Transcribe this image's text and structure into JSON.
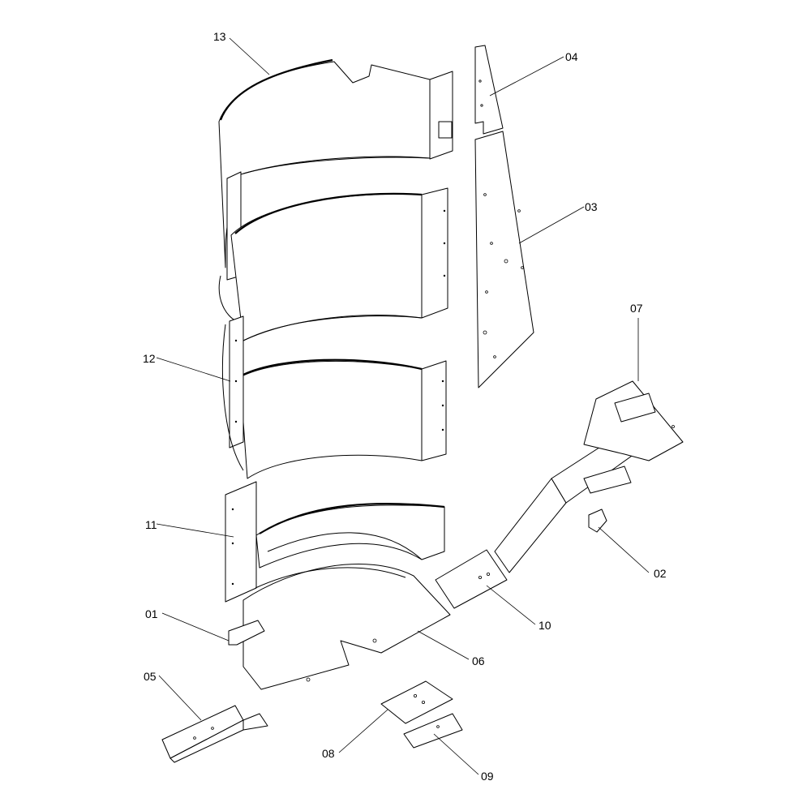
{
  "callouts": {
    "c01": "01",
    "c02": "02",
    "c03": "03",
    "c04": "04",
    "c05": "05",
    "c06": "06",
    "c07": "07",
    "c08": "08",
    "c09": "09",
    "c10": "10",
    "c11": "11",
    "c12": "12",
    "c13": "13"
  },
  "colors": {
    "line": "#000000",
    "background": "#ffffff"
  }
}
